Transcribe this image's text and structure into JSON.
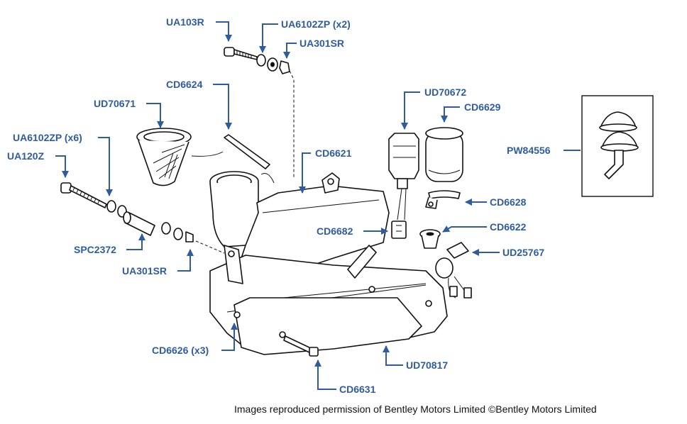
{
  "credit": "Images reproduced permission of Bentley Motors Limited ©Bentley Motors Limited",
  "labels": {
    "ua103r": "UA103R",
    "ua6102zp_x2": "UA6102ZP (x2)",
    "ua301sr_top": "UA301SR",
    "cd6624": "CD6624",
    "ud70671": "UD70671",
    "ua6102zp_x6": "UA6102ZP (x6)",
    "ua120z": "UA120Z",
    "spc2372": "SPC2372",
    "ua301sr_bottom": "UA301SR",
    "cd6621": "CD6621",
    "ud70672": "UD70672",
    "cd6629": "CD6629",
    "pw84556": "PW84556",
    "cd6628": "CD6628",
    "cd6682": "CD6682",
    "cd6622": "CD6622",
    "ud25767": "UD25767",
    "cd6626_x3": "CD6626 (x3)",
    "ud70817": "UD70817",
    "cd6631": "CD6631"
  },
  "colors": {
    "label": "#2f5c9e",
    "line_art": "#111111",
    "background": "#ffffff"
  }
}
